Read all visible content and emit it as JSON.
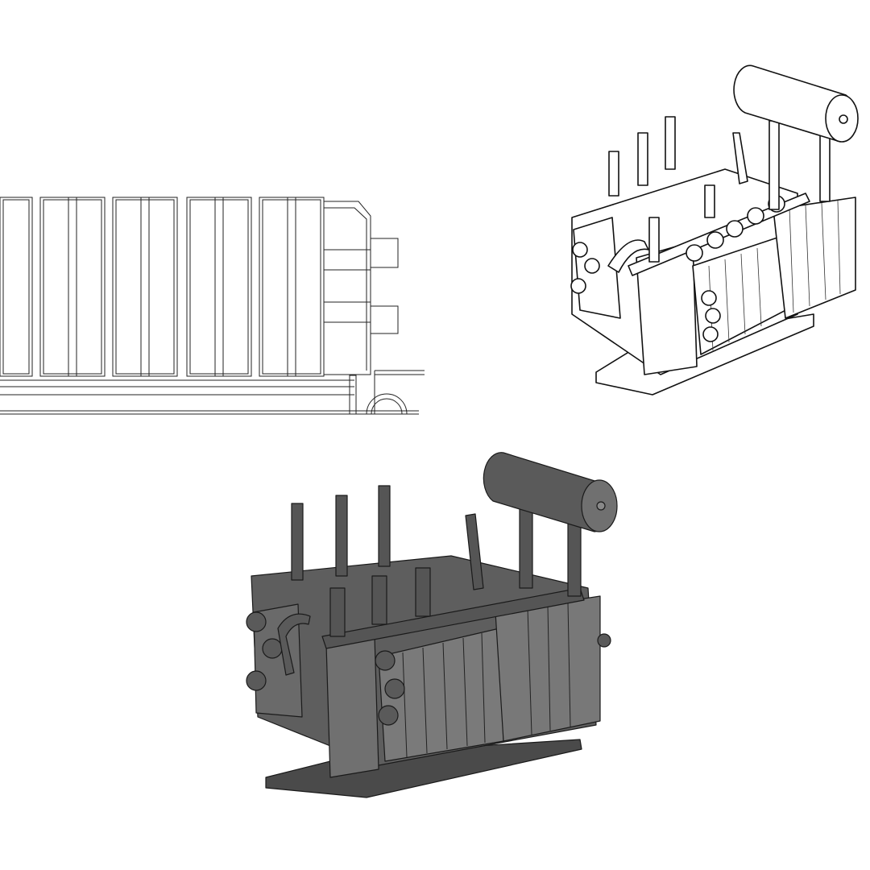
{
  "scene": {
    "views": [
      {
        "id": "wireframe-side-view",
        "style": "wireframe"
      },
      {
        "id": "lineart-isometric-view",
        "style": "line-art"
      },
      {
        "id": "shaded-isometric-view",
        "style": "shaded"
      }
    ],
    "colors": {
      "background": "#ffffff",
      "line": "#111111",
      "shade_dark": "#4a4a4a",
      "shade_mid": "#666666",
      "shade_light": "#8a8a8a"
    }
  }
}
